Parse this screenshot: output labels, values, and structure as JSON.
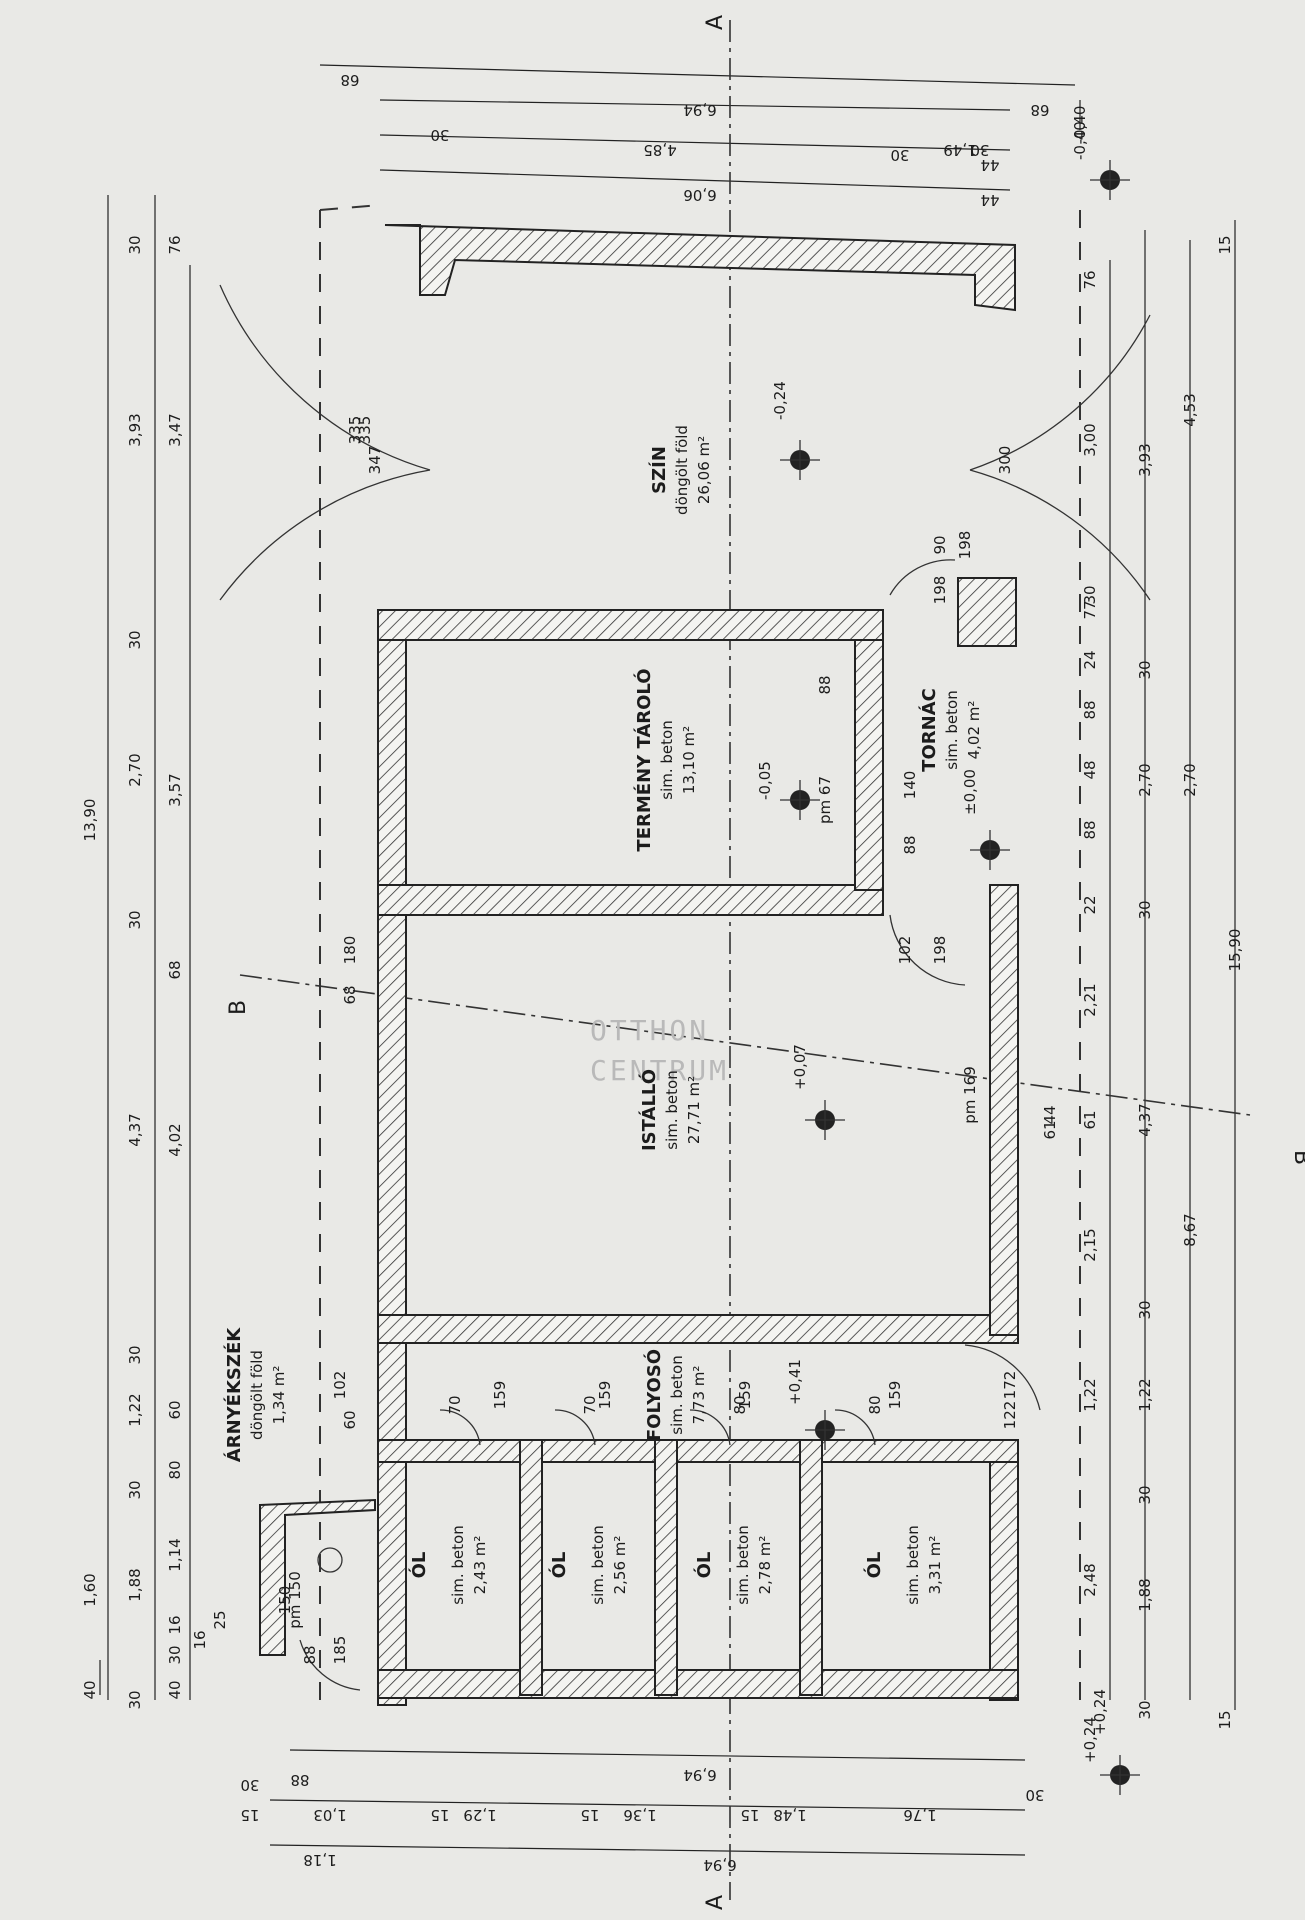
{
  "rooms": {
    "szin": {
      "name": "SZÍN",
      "floor": "döngölt föld",
      "area": "26,06 m²",
      "level": "-0,24"
    },
    "termeny": {
      "name": "TERMÉNY TÁROLÓ",
      "floor": "sim. beton",
      "area": "13,10 m²",
      "level": "-0,05"
    },
    "tornac": {
      "name": "TORNÁC",
      "floor": "sim. beton",
      "area": "4,02 m²",
      "level": "±0,00"
    },
    "istallo": {
      "name": "ISTÁLLÓ",
      "floor": "sim. beton",
      "area": "27,71 m²",
      "level": "+0,07"
    },
    "folyoso": {
      "name": "FOLYOSÓ",
      "floor": "sim. beton",
      "area": "7,73 m²",
      "level": "+0,41"
    },
    "arnyekszek": {
      "name": "ÁRNYÉKSZÉK",
      "floor": "döngölt föld",
      "area": "1,34 m²"
    },
    "ol1": {
      "name": "ÓL",
      "floor": "sim. beton",
      "area": "2,43 m²"
    },
    "ol2": {
      "name": "ÓL",
      "floor": "sim. beton",
      "area": "2,56 m²"
    },
    "ol3": {
      "name": "ÓL",
      "floor": "sim. beton",
      "area": "2,78 m²"
    },
    "ol4": {
      "name": "ÓL",
      "floor": "sim. beton",
      "area": "3,31 m²"
    }
  },
  "levels": {
    "outer_right": "-0,40",
    "outer_left": "+0,24"
  },
  "sections": {
    "a": "A",
    "b": "B"
  },
  "watermark": {
    "line1": "OTTHON",
    "line2": "CENTRUM"
  },
  "dims": {
    "top_total": "13,90",
    "top_row2": [
      "40",
      "1,60"
    ],
    "top_row3": [
      "30",
      "1,88",
      "30",
      "1,22",
      "30",
      "4,37",
      "30",
      "2,70",
      "30",
      "3,93",
      "30"
    ],
    "top_row4": [
      "40",
      "30",
      "16",
      "1,14",
      "80",
      "60",
      "4,02",
      "68",
      "3,57",
      "3,47",
      "76"
    ],
    "top_row5": [
      "16",
      "25",
      "150",
      "102",
      "60",
      "180",
      "68",
      "335",
      "347"
    ],
    "right_lines": [
      "68",
      "6,94",
      "68",
      "30",
      "4,85",
      "30",
      "1,49",
      "30",
      "6,06",
      "44",
      "44",
      "-0,40"
    ],
    "bottom_row1": [
      "3,00",
      "76",
      "30",
      "77",
      "24",
      "88",
      "48",
      "88",
      "22",
      "2,21",
      "61",
      "2,15",
      "1,22",
      "2,48",
      "+0,24"
    ],
    "bottom_row2": [
      "3,93",
      "30",
      "2,70",
      "30",
      "4,37",
      "30",
      "1,22",
      "30",
      "1,88",
      "30"
    ],
    "bottom_row3": [
      "4,53",
      "2,70",
      "8,67"
    ],
    "bottom_total": [
      "15,90",
      "15",
      "15"
    ],
    "left_lines": [
      "88",
      "6,94",
      "30",
      "1,03",
      "1,29",
      "1,36",
      "1,48",
      "1,76",
      "15",
      "30",
      "15",
      "15",
      "15",
      "1,18",
      "6,94"
    ],
    "inner": [
      "198",
      "90",
      "198",
      "88",
      "140",
      "88",
      "pm 67",
      "102",
      "198",
      "pm 169",
      "44",
      "61",
      "172",
      "122",
      "159",
      "70",
      "159",
      "70",
      "159",
      "80",
      "159",
      "80",
      "185",
      "88",
      "pm 150",
      "335",
      "300"
    ]
  }
}
